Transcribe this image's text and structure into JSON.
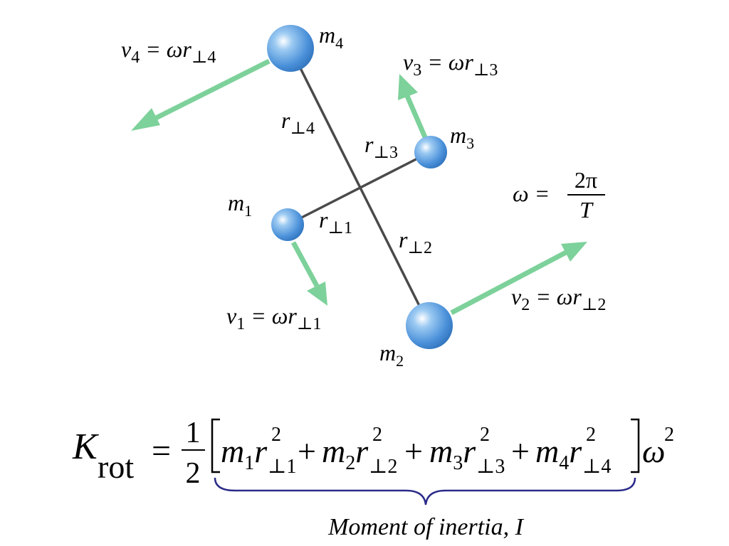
{
  "colors": {
    "background": "#ffffff",
    "rod": "#4a4a4a",
    "arrow": "#7dd19a",
    "mass_fill": "#4a90d9",
    "mass_highlight": "#e8f4ff",
    "brace": "#2a2a8a",
    "text": "#000000"
  },
  "diagram": {
    "masses": [
      {
        "id": "m1",
        "sym": "m",
        "sub": "1"
      },
      {
        "id": "m2",
        "sym": "m",
        "sub": "2"
      },
      {
        "id": "m3",
        "sym": "m",
        "sub": "3"
      },
      {
        "id": "m4",
        "sym": "m",
        "sub": "4"
      }
    ],
    "radii": [
      {
        "id": "r1",
        "sym": "r",
        "sub": "⊥1"
      },
      {
        "id": "r2",
        "sym": "r",
        "sub": "⊥2"
      },
      {
        "id": "r3",
        "sym": "r",
        "sub": "⊥3"
      },
      {
        "id": "r4",
        "sym": "r",
        "sub": "⊥4"
      }
    ],
    "velocities": [
      {
        "id": "v1",
        "lhs": "v",
        "lhs_sub": "1",
        "eq": " = ωr",
        "rhs_sub": "⊥1"
      },
      {
        "id": "v2",
        "lhs": "v",
        "lhs_sub": "2",
        "eq": " = ωr",
        "rhs_sub": "⊥2"
      },
      {
        "id": "v3",
        "lhs": "v",
        "lhs_sub": "3",
        "eq": " = ωr",
        "rhs_sub": "⊥3"
      },
      {
        "id": "v4",
        "lhs": "v",
        "lhs_sub": "4",
        "eq": " = ωr",
        "rhs_sub": "⊥4"
      }
    ],
    "omega": {
      "lhs": "ω =",
      "numerator": "2π",
      "denominator": "T"
    }
  },
  "formula": {
    "K": "K",
    "K_sub": "rot",
    "eq": "=",
    "frac_num": "1",
    "frac_den": "2",
    "terms": [
      {
        "m": "m",
        "m_sub": "1",
        "r": "r",
        "r_sup": "2",
        "r_sub": "⊥1"
      },
      {
        "m": "m",
        "m_sub": "2",
        "r": "r",
        "r_sup": "2",
        "r_sub": "⊥2"
      },
      {
        "m": "m",
        "m_sub": "3",
        "r": "r",
        "r_sup": "2",
        "r_sub": "⊥3"
      },
      {
        "m": "m",
        "m_sub": "4",
        "r": "r",
        "r_sup": "2",
        "r_sub": "⊥4"
      }
    ],
    "plus": "+",
    "omega": "ω",
    "omega_sup": "2",
    "brace_label": "Moment of inertia, I"
  }
}
